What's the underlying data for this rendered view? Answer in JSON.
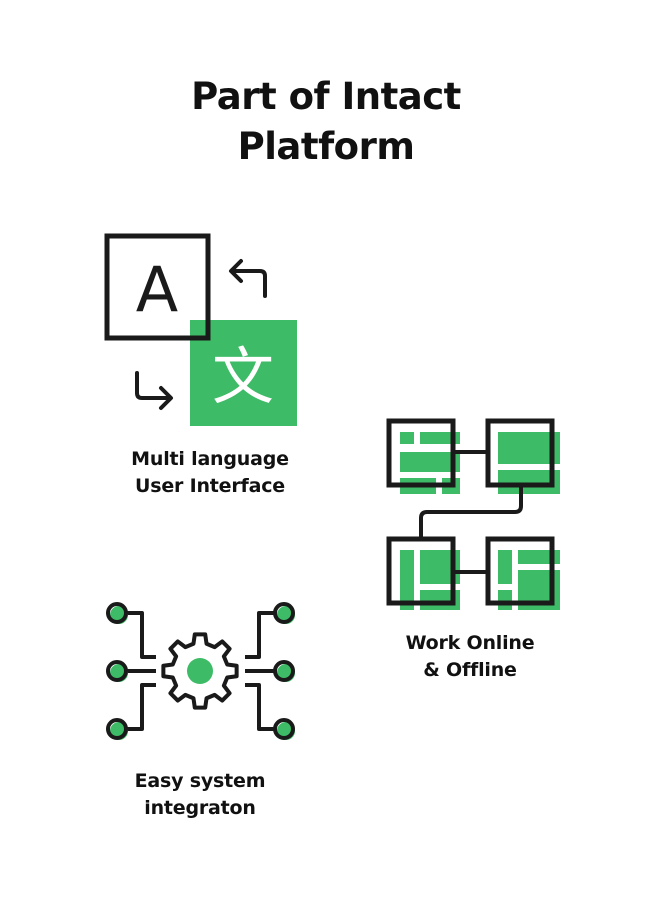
{
  "title": {
    "line1": "Part of Intact",
    "line2": "Platform"
  },
  "features": [
    {
      "icon": "translate-icon",
      "line1": "Multi language",
      "line2": "User Interface"
    },
    {
      "icon": "network-icon",
      "line1": "Work Online",
      "line2": "& Offline"
    },
    {
      "icon": "integration-gear-icon",
      "line1": "Easy system",
      "line2": "integraton"
    }
  ],
  "icon_glyphs": {
    "latin": "A",
    "cjk": "文"
  },
  "colors": {
    "accent": "#3dbb66",
    "ink": "#1a1a1a",
    "background": "#ffffff"
  }
}
